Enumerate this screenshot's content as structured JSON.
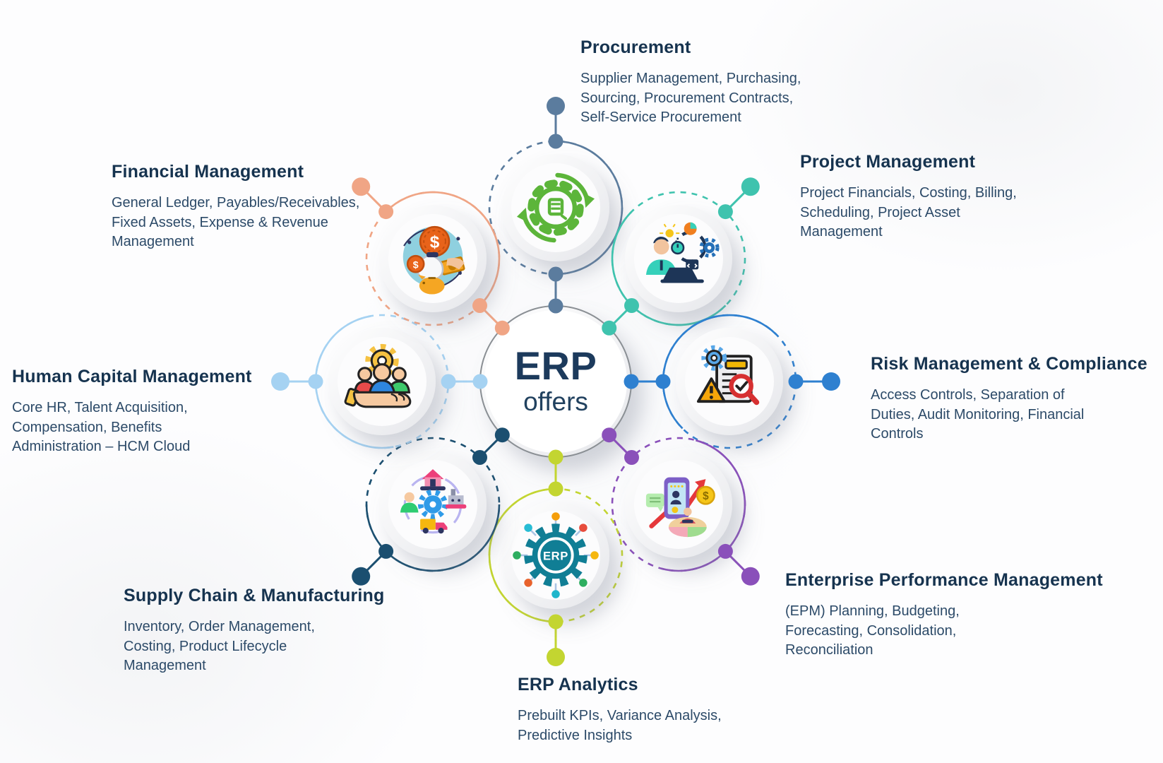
{
  "center": {
    "title": "ERP",
    "subtitle": "offers"
  },
  "icon_glyphs": {
    "dollar": "$",
    "erp_gear_label": "ERP"
  },
  "modules": [
    {
      "id": "procurement",
      "title": "Procurement",
      "lines": [
        "Supplier Management, Purchasing,",
        "Sourcing, Procurement Contracts,",
        "Self-Service Procurement"
      ],
      "color": "#5b7c9e",
      "icon": "procurement-gear-cart-icon"
    },
    {
      "id": "project-management",
      "title": "Project Management",
      "lines": [
        "Project Financials, Costing, Billing,",
        "Scheduling, Project Asset",
        "Management"
      ],
      "color": "#3fc3ae",
      "icon": "project-manager-laptop-icon"
    },
    {
      "id": "risk-management-compliance",
      "title": "Risk Management & Compliance",
      "lines": [
        "Access Controls, Separation of",
        "Duties, Audit Monitoring, Financial",
        "Controls"
      ],
      "color": "#2e80d0",
      "icon": "risk-audit-document-icon"
    },
    {
      "id": "enterprise-performance-management",
      "title": "Enterprise Performance Management",
      "lines": [
        "(EPM)  Planning, Budgeting,",
        "Forecasting, Consolidation,",
        "Reconciliation"
      ],
      "color": "#8a50ba",
      "icon": "epm-phone-growth-icon"
    },
    {
      "id": "erp-analytics",
      "title": "ERP Analytics",
      "lines": [
        "Prebuilt KPIs, Variance Analysis,",
        "Predictive Insights"
      ],
      "color": "#c3d531",
      "icon": "analytics-erp-gear-icon"
    },
    {
      "id": "supply-chain-manufacturing",
      "title": "Supply Chain & Manufacturing",
      "lines": [
        "Inventory, Order Management,",
        "Costing, Product Lifecycle",
        "Management"
      ],
      "color": "#1b4f70",
      "icon": "supply-chain-cycle-icon"
    },
    {
      "id": "human-capital-management",
      "title": "Human Capital Management",
      "lines": [
        "Core HR, Talent Acquisition,",
        "Compensation, Benefits",
        "Administration – HCM Cloud"
      ],
      "color": "#a5d2f2",
      "icon": "hand-holding-people-icon"
    },
    {
      "id": "financial-management",
      "title": "Financial Management",
      "lines": [
        "General Ledger, Payables/Receivables,",
        "Fixed Assets, Expense & Revenue",
        "Management"
      ],
      "color": "#f0a585",
      "icon": "money-bag-coins-icon"
    }
  ]
}
